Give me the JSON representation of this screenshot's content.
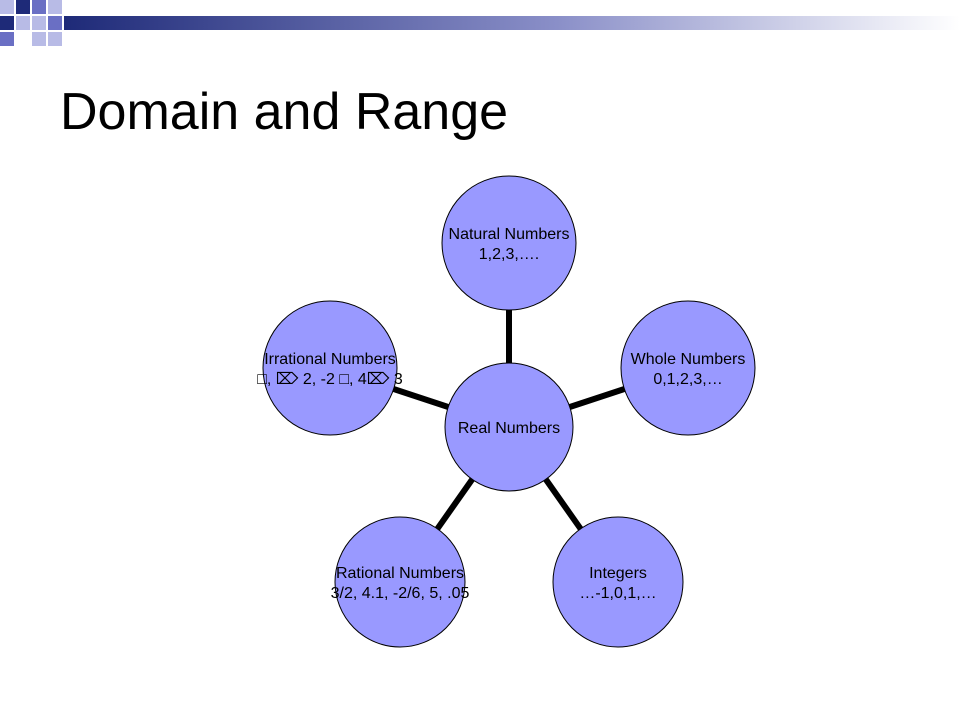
{
  "slide": {
    "title": "Domain and Range"
  },
  "colors": {
    "circle_fill": "#9999ff",
    "circle_stroke": "#000000",
    "connector": "#000000",
    "deco_navy": "#1e2a78",
    "deco_blue": "#6a6fc4",
    "deco_light": "#b8bbe6"
  },
  "diagram": {
    "center": {
      "lines": [
        "Real Numbers"
      ]
    },
    "nodes": [
      {
        "id": "natural",
        "lines": [
          "Natural Numbers",
          "1,2,3,…."
        ]
      },
      {
        "id": "whole",
        "lines": [
          "Whole Numbers",
          "0,1,2,3,…"
        ]
      },
      {
        "id": "integers",
        "lines": [
          "Integers",
          "…-1,0,1,…"
        ]
      },
      {
        "id": "rational",
        "lines": [
          "Rational Numbers",
          "3/2, 4.1, -2/6, 5, .05"
        ]
      },
      {
        "id": "irrational",
        "lines": [
          "Irrational Numbers",
          "□, ⌦ 2, -2 □, 4⌦ 3"
        ]
      }
    ]
  }
}
